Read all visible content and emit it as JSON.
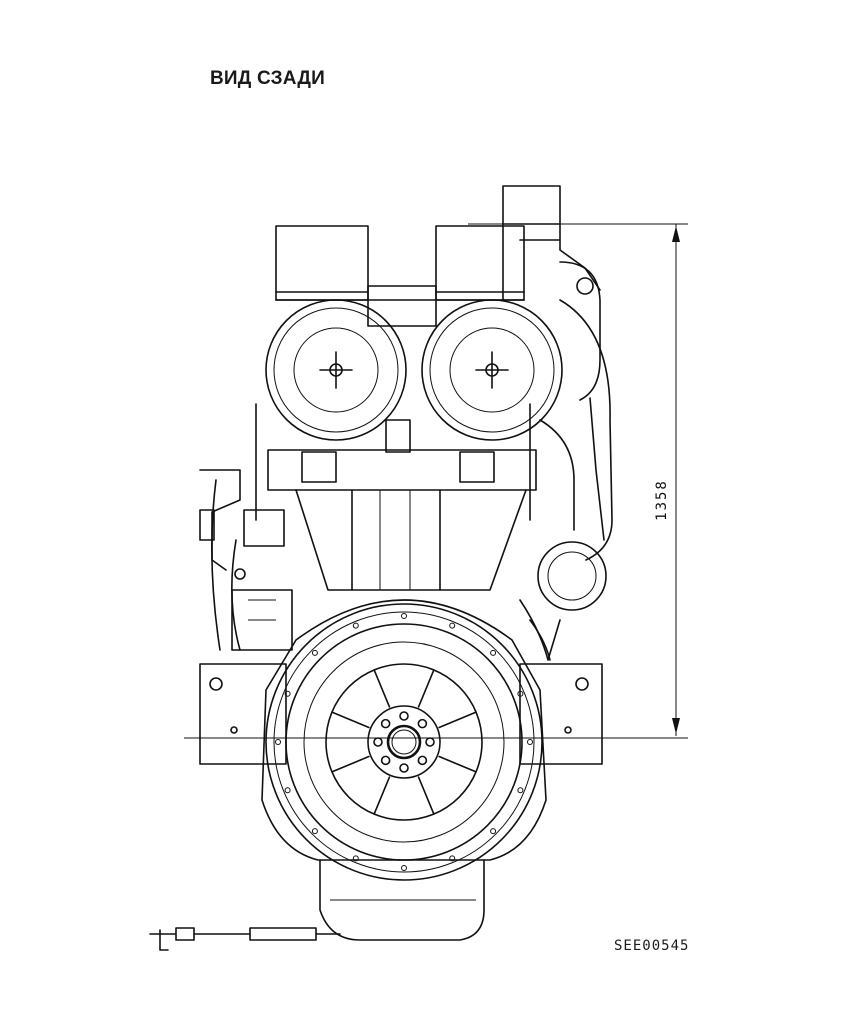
{
  "title": "ВИД СЗАДИ",
  "drawing_code": "SEE00545",
  "dimension": {
    "height_value": "1358"
  },
  "colors": {
    "line": "#111111",
    "background": "#ffffff"
  }
}
